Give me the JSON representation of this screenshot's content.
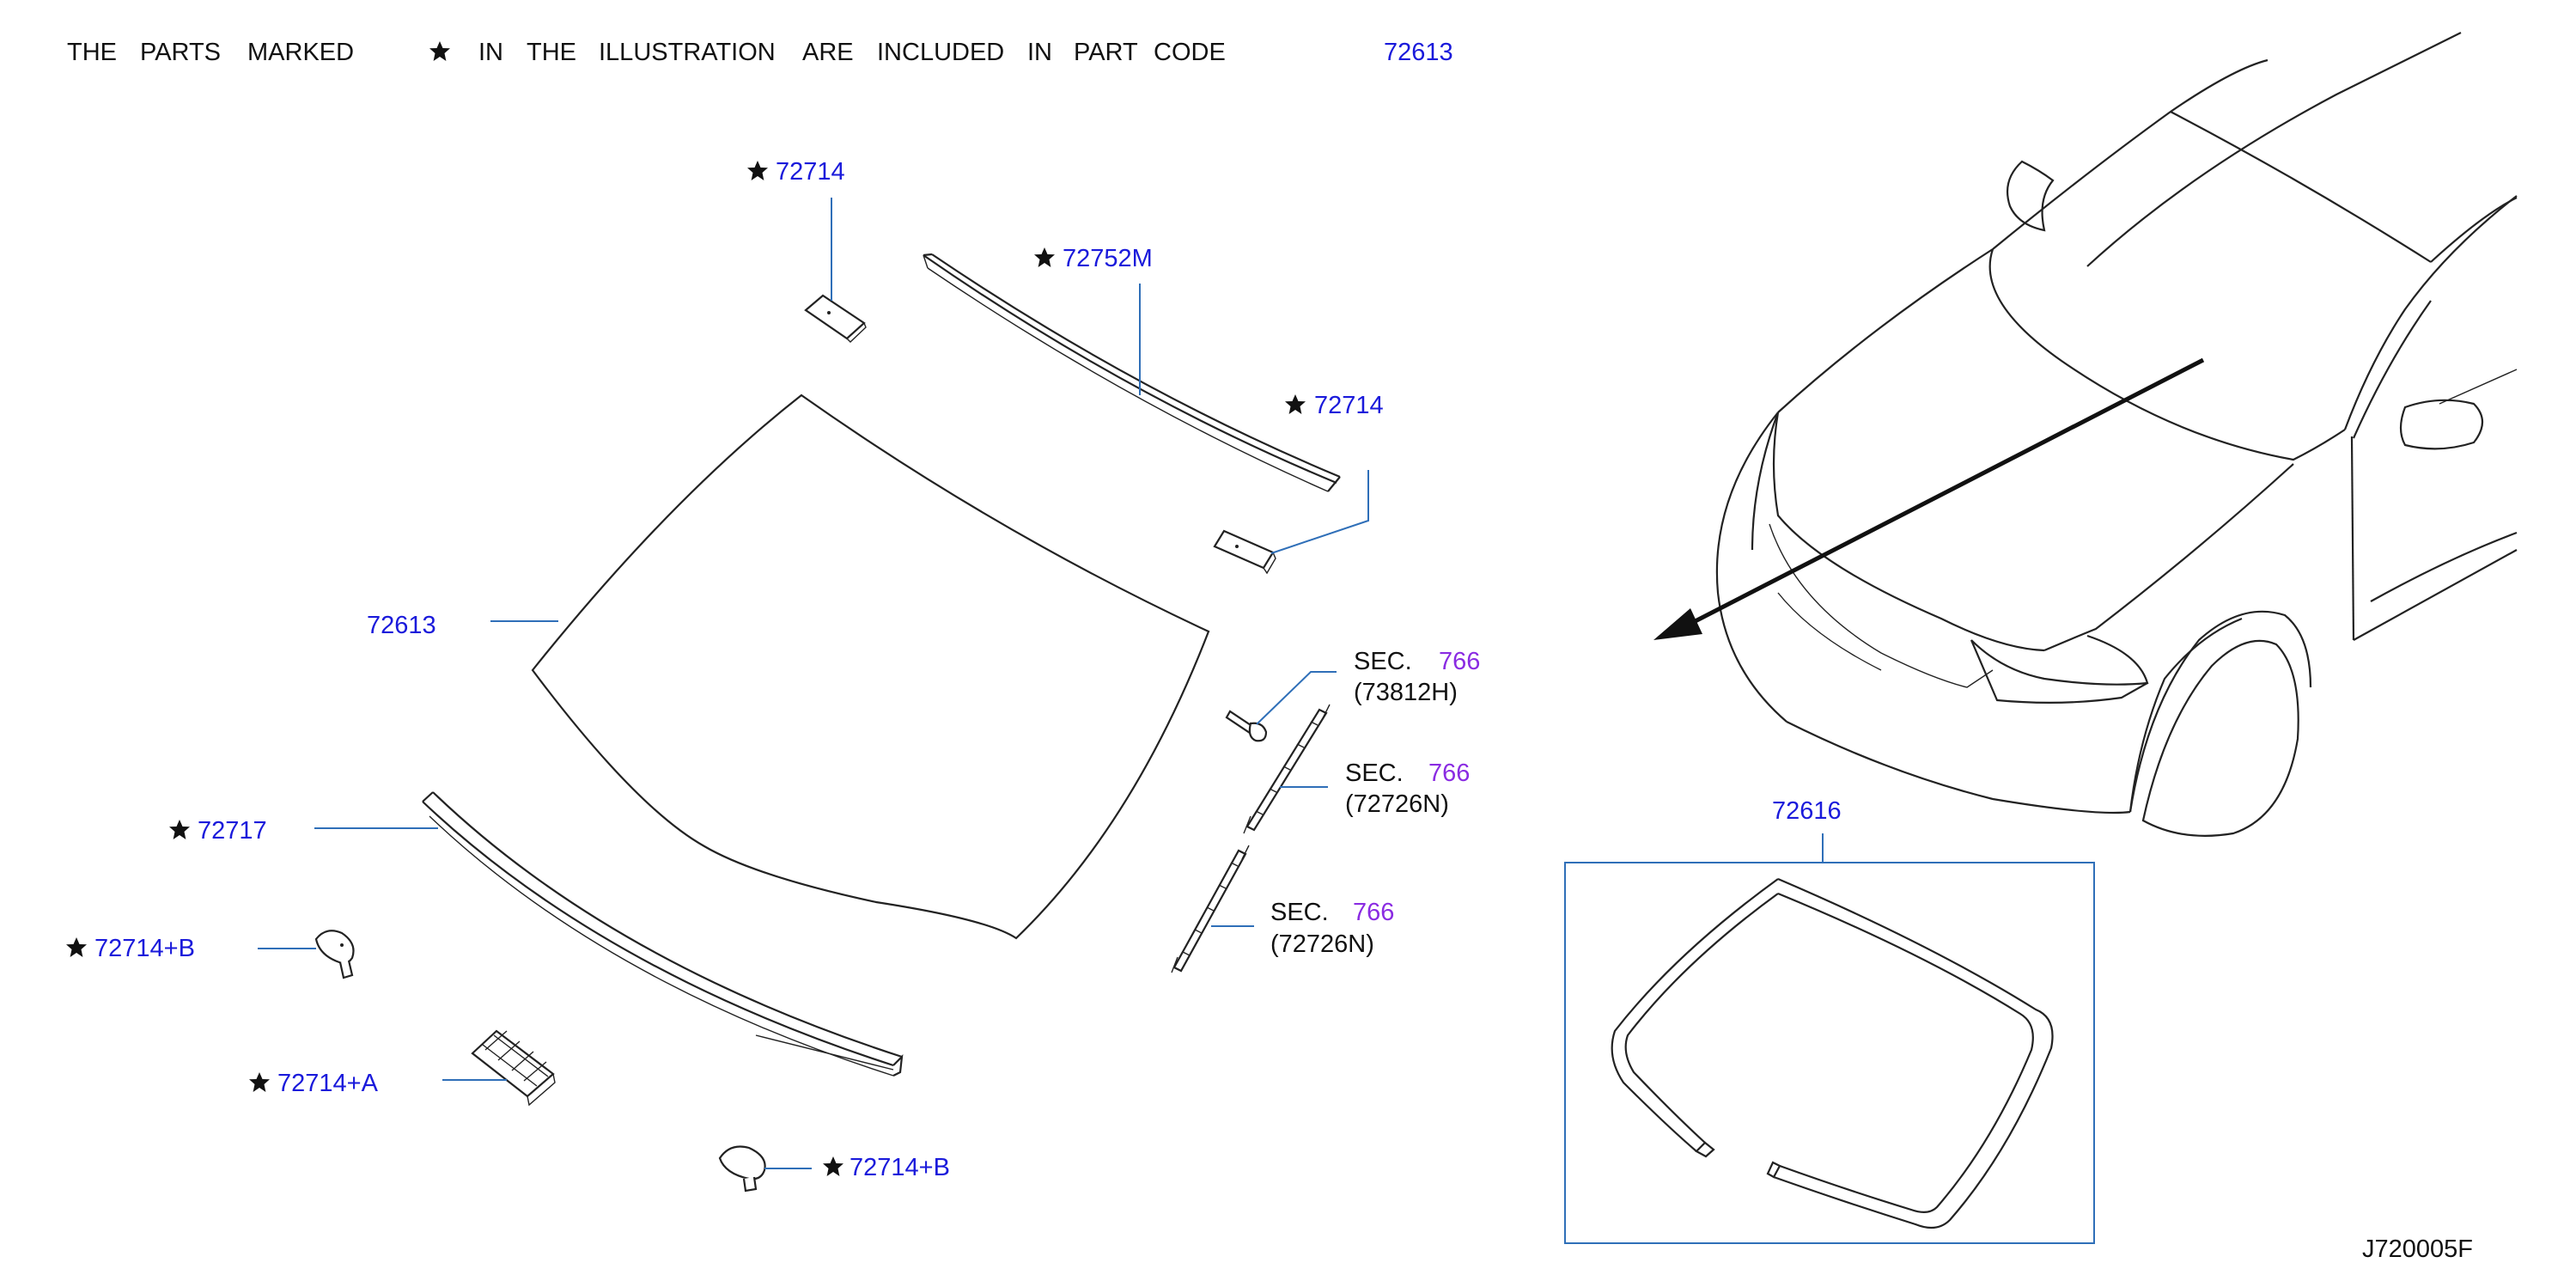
{
  "header": {
    "words": [
      "THE",
      "PARTS",
      "MARKED",
      "IN",
      "THE",
      "ILLUSTRATION",
      "ARE",
      "INCLUDED",
      "IN",
      "PART",
      "CODE"
    ],
    "code": "72613"
  },
  "callouts": {
    "clip_top_left": "72714",
    "moulding_top": "72752M",
    "clip_top_right": "72714",
    "windshield": "72613",
    "moulding_lower": "72717",
    "cap_left": "72714+B",
    "spacer": "72714+A",
    "cap_bottom": "72714+B",
    "sec_1_prefix": "SEC.",
    "sec_1_num": "766",
    "sec_1_part": "(73812H)",
    "sec_2_prefix": "SEC.",
    "sec_2_num": "766",
    "sec_2_part": "(72726N)",
    "sec_3_prefix": "SEC.",
    "sec_3_num": "766",
    "sec_3_part": "(72726N)",
    "dam_rubber": "72616"
  },
  "figure_code": "J720005F",
  "colors": {
    "part_code": "#1a1adb",
    "section_ref": "#8a2be2",
    "leader_line": "#2f6fb8",
    "line_art": "#222222"
  },
  "icons": {
    "marker": "star-icon"
  }
}
